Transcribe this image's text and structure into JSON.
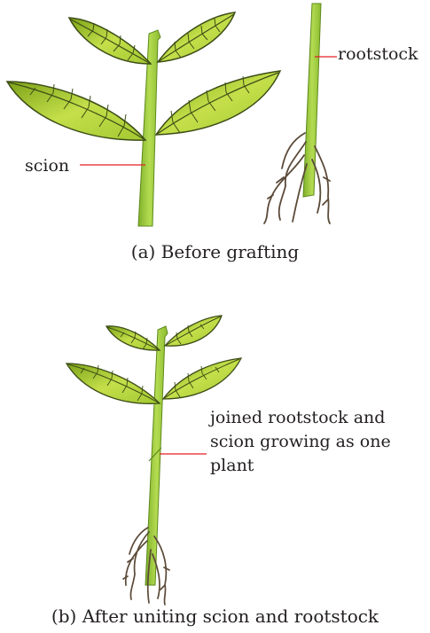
{
  "figure": {
    "panel_a": {
      "caption": "(a) Before grafting",
      "labels": {
        "rootstock": "rootstock",
        "scion": "scion"
      }
    },
    "panel_b": {
      "caption": "(b) After uniting scion and rootstock",
      "label_lines": [
        "joined rootstock and",
        "scion growing as one",
        "plant"
      ]
    }
  },
  "colors": {
    "leaf_fill": "#b3d63a",
    "leaf_dark": "#8aab1e",
    "leaf_vein": "#33401a",
    "stem": "#9ccc3c",
    "root": "#6d5a45",
    "leader_line": "#e31e24",
    "text": "#231f20"
  }
}
